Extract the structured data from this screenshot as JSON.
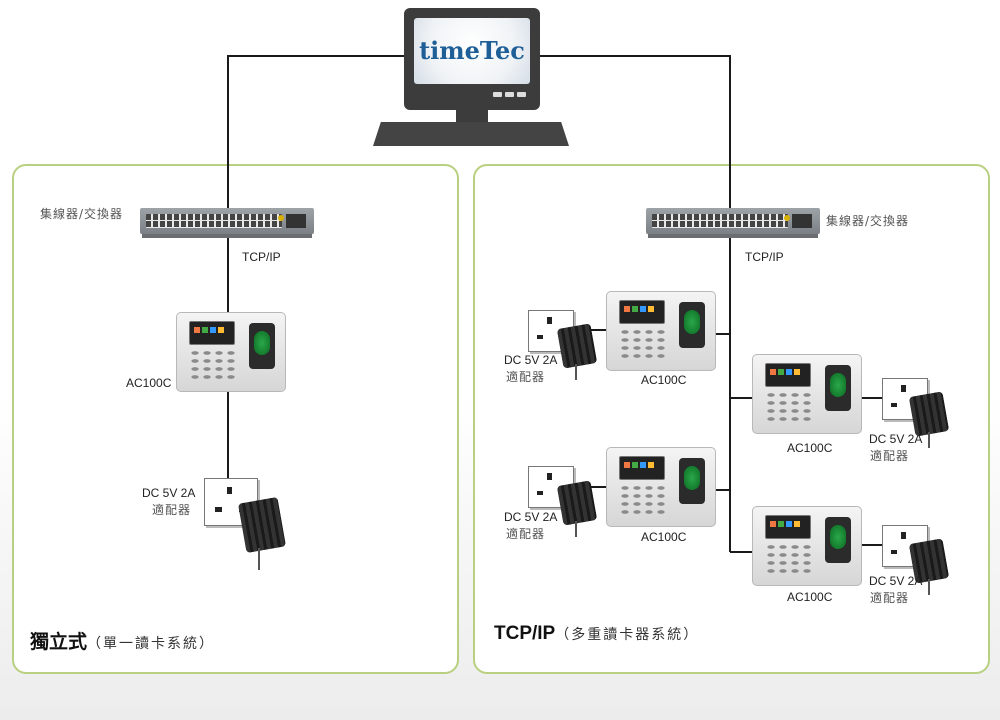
{
  "server": {
    "brand": "timeTec"
  },
  "left_panel": {
    "title": "獨立式",
    "subtitle": "（單一讀卡系統）",
    "switch_label": "集線器/交換器",
    "link_label": "TCP/IP",
    "device_label": "AC100C",
    "power_label": "DC 5V 2A",
    "power_label_cjk": "適配器"
  },
  "right_panel": {
    "title": "TCP/IP",
    "subtitle": "（多重讀卡器系統）",
    "switch_label": "集線器/交換器",
    "link_label": "TCP/IP",
    "devices": [
      {
        "label": "AC100C",
        "power_label": "DC 5V 2A",
        "power_label_cjk": "適配器"
      },
      {
        "label": "AC100C",
        "power_label": "DC 5V 2A",
        "power_label_cjk": "適配器"
      },
      {
        "label": "AC100C",
        "power_label": "DC 5V 2A",
        "power_label_cjk": "適配器"
      },
      {
        "label": "AC100C",
        "power_label": "DC 5V 2A",
        "power_label_cjk": "適配器"
      }
    ]
  },
  "colors": {
    "panel_border": "#b9d080",
    "wire": "#1a1a1a",
    "brand": "#1e5f97"
  }
}
